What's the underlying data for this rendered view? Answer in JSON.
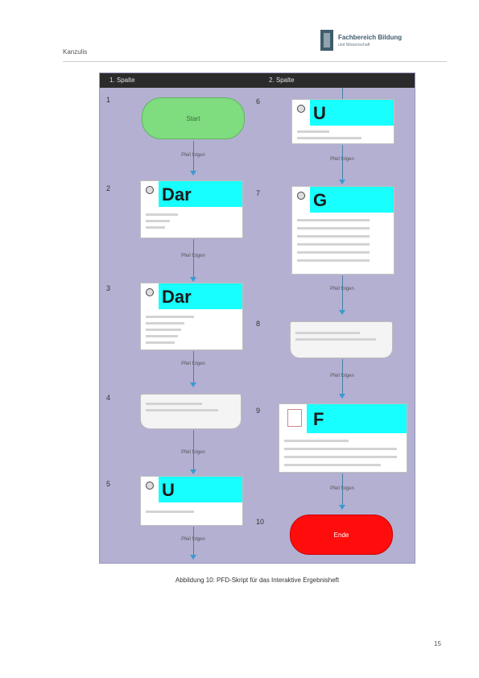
{
  "header": {
    "left_text": "Kanzulis",
    "logo_line1": "Fachbereich Bildung",
    "logo_line2": "und Wissenschaft"
  },
  "figure": {
    "head_left": "1. Spalte",
    "head_right": "2. Spalte",
    "steps": {
      "s1": {
        "num": "1",
        "label": "Start"
      },
      "s2": {
        "num": "2",
        "big": "Dar"
      },
      "s3": {
        "num": "3",
        "big": "Dar"
      },
      "s4": {
        "num": "4"
      },
      "s5": {
        "num": "5",
        "big": "U"
      },
      "s6": {
        "num": "6",
        "big": "U"
      },
      "s7": {
        "num": "7",
        "big": "G"
      },
      "s8": {
        "num": "8"
      },
      "s9": {
        "num": "9",
        "big": "F"
      },
      "s10": {
        "num": "10",
        "label": "Ende"
      }
    },
    "connector_label": "Pfeil folgen"
  },
  "caption": "Abbildung 10: PFD-Skript für das Interaktive Ergebnisheft",
  "page_number": "15"
}
